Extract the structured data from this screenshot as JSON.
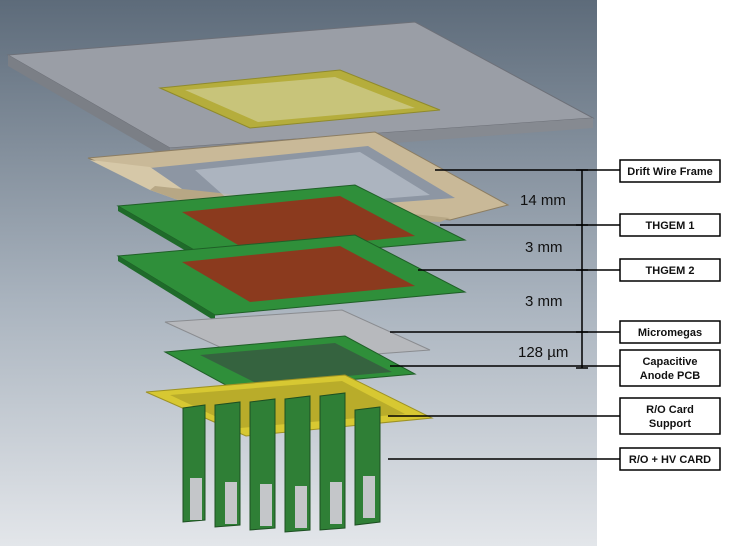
{
  "labels": {
    "drift_wire_frame": "Drift Wire Frame",
    "thgem1": "THGEM 1",
    "thgem2": "THGEM 2",
    "micromegas": "Micromegas",
    "capacitive_line1": "Capacitive",
    "capacitive_line2": "Anode PCB",
    "ro_support_line1": "R/O Card",
    "ro_support_line2": "Support",
    "ro_hv_card": "R/O + HV CARD"
  },
  "dimensions": {
    "gap1": "14 mm",
    "gap2": "3 mm",
    "gap3": "3 mm",
    "gap4": "128 µm"
  },
  "colors": {
    "background_top": "#5d6b7a",
    "background_bottom": "#dfe3e8",
    "lid": "#9a9ea6",
    "window_frame": "#c8bf4a",
    "frame_beige": "#c9b998",
    "pcb_green": "#2f8f3a",
    "copper": "#8b3a1e",
    "micromegas_grey": "#b7b9bd",
    "support_yellow": "#d7c832"
  }
}
